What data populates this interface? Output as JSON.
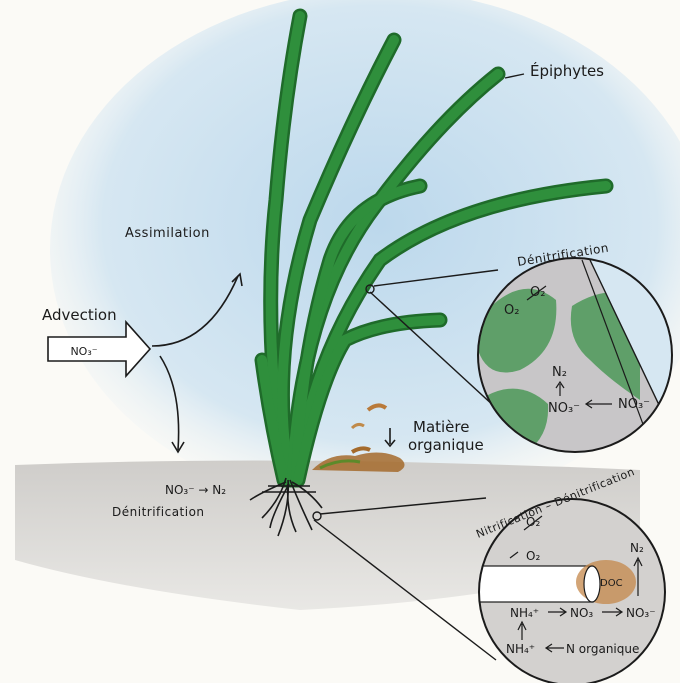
{
  "labels": {
    "epiphytes": "Épiphytes",
    "assimilation": "Assimilation",
    "advection": "Advection",
    "advection_box": "NO₃⁻",
    "matiere_line1": "Matière",
    "matiere_line2": "organique",
    "sediment_reaction": "NO₃⁻ → N₂",
    "sediment_process": "Dénitrification",
    "leaf_circle_title": "Dénitrification",
    "nit_circle_title": "Nitrification – Dénitrification"
  },
  "leaf_circle": {
    "o2_top": "O₂",
    "o2_left": "O₂",
    "n2": "N₂",
    "no3": "NO₃⁻",
    "no3_right": "NO₃⁻"
  },
  "nit_circle": {
    "o2_top": "O₂",
    "o2_mid": "O₂",
    "n2": "N₂",
    "doc": "DOC",
    "nh4": "NH₄⁺",
    "no3": "NO₃",
    "no3_end": "NO₃⁻",
    "nh4_bottom": "NH₄⁺",
    "n_org": "N organique"
  },
  "colors": {
    "water": "#cfe3f0",
    "sediment": "#d9d7d3",
    "seagrass": "#2f8f3c",
    "seagrass_dark": "#1f6b2a",
    "organic": "#a46a2b",
    "doc": "#c4874a"
  }
}
